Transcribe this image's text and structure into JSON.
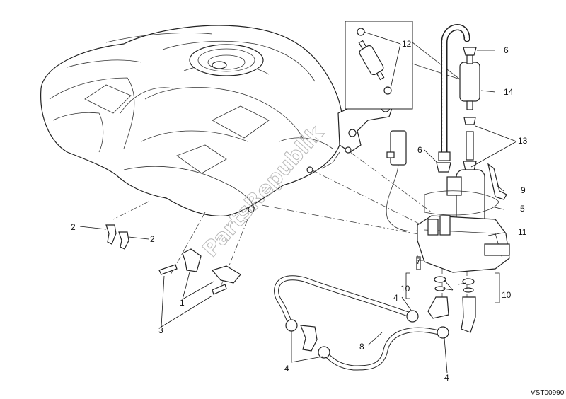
{
  "diagram": {
    "watermark": "PartsRepublik",
    "drawing_code": "VST00990",
    "labels": {
      "l1": "1",
      "l2a": "2",
      "l2b": "2",
      "l3": "3",
      "l4a": "4",
      "l4b": "4",
      "l4c": "4",
      "l5": "5",
      "l6a": "6",
      "l6b": "6",
      "l7": "7",
      "l8": "8",
      "l9": "9",
      "l10a": "10",
      "l10b": "10",
      "l11": "11",
      "l12": "12",
      "l13": "13",
      "l14": "14"
    }
  }
}
